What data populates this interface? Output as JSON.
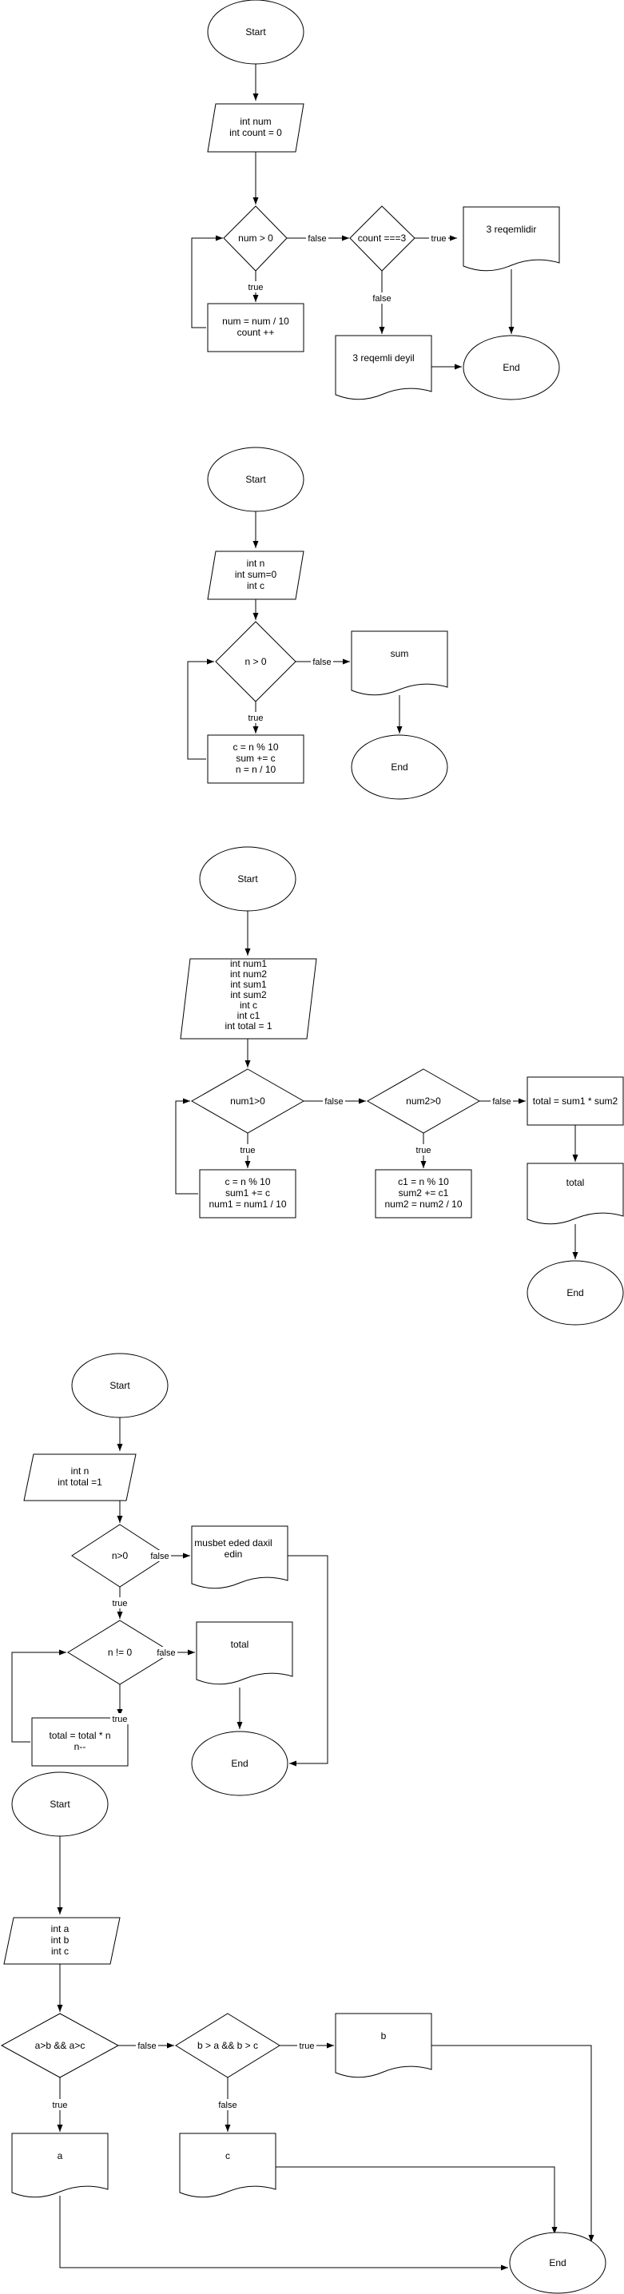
{
  "diagrams": [
    {
      "start": "Start",
      "input": [
        "int num",
        "int count = 0"
      ],
      "cond1": "num > 0",
      "loop_body": [
        "num = num / 10",
        "count ++"
      ],
      "cond2": "count ===3",
      "out_true": "3 reqemlidir",
      "out_false": "3 reqemli deyil",
      "end": "End",
      "lbl_false_1": "false",
      "lbl_true_1": "true",
      "lbl_true_2": "true",
      "lbl_false_2": "false"
    },
    {
      "start": "Start",
      "input": [
        "int n",
        "int sum=0",
        "int c"
      ],
      "cond": "n > 0",
      "loop_body": [
        "c = n % 10",
        "sum += c",
        "n = n / 10"
      ],
      "output": "sum",
      "end": "End",
      "lbl_false": "false",
      "lbl_true": "true"
    },
    {
      "start": "Start",
      "input": [
        "int num1",
        "int num2",
        "int sum1",
        "int sum2",
        "int c",
        "int c1",
        "int total = 1"
      ],
      "cond1": "num1>0",
      "loop1": [
        "c = n % 10",
        "sum1 += c",
        "num1 = num1 / 10"
      ],
      "cond2": "num2>0",
      "loop2": [
        "c1 = n % 10",
        "sum2 += c1",
        "num2 = num2 / 10"
      ],
      "calc": "total = sum1 * sum2",
      "output": "total",
      "end": "End",
      "lbl_false_1": "false",
      "lbl_true_1": "true",
      "lbl_false_2": "false",
      "lbl_true_2": "true"
    },
    {
      "start": "Start",
      "input": [
        "int n",
        "int total =1"
      ],
      "cond1": "n>0",
      "msg": [
        "musbet eded daxil",
        "edin"
      ],
      "cond2": "n != 0",
      "output": "total",
      "loop_body": [
        "total = total * n",
        "n--"
      ],
      "end": "End",
      "lbl_false_1": "false",
      "lbl_true_1": "true",
      "lbl_false_2": "false",
      "lbl_true_2": "true"
    },
    {
      "start": "Start",
      "input": [
        "int a",
        "int b",
        "int c"
      ],
      "cond1": "a>b && a>c",
      "cond2": "b > a && b > c",
      "out_a": "a",
      "out_b": "b",
      "out_c": "c",
      "end": "End",
      "lbl_false_1": "false",
      "lbl_true_1": "true",
      "lbl_true_2": "true",
      "lbl_false_2": "false"
    }
  ]
}
